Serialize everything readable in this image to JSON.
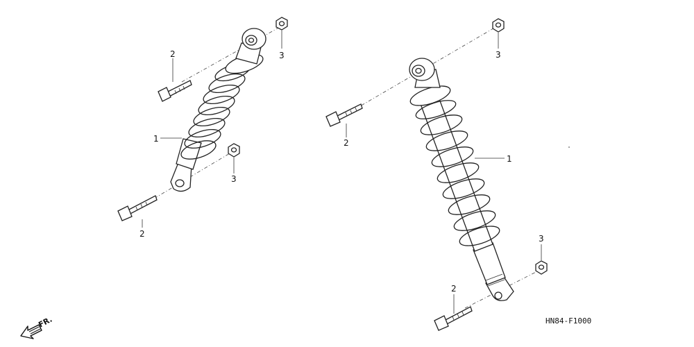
{
  "diagram": {
    "drawing_code": "HN84-F1000",
    "direction_label": "FR.",
    "callouts": {
      "left_bolt_top": "2",
      "left_nut_top": "3",
      "left_shock": "1",
      "left_nut_bottom": "3",
      "left_bolt_bottom": "2",
      "right_nut_top": "3",
      "right_bolt_top": "2",
      "right_shock": "1",
      "right_nut_bottom": "3",
      "right_bolt_bottom": "2"
    }
  }
}
